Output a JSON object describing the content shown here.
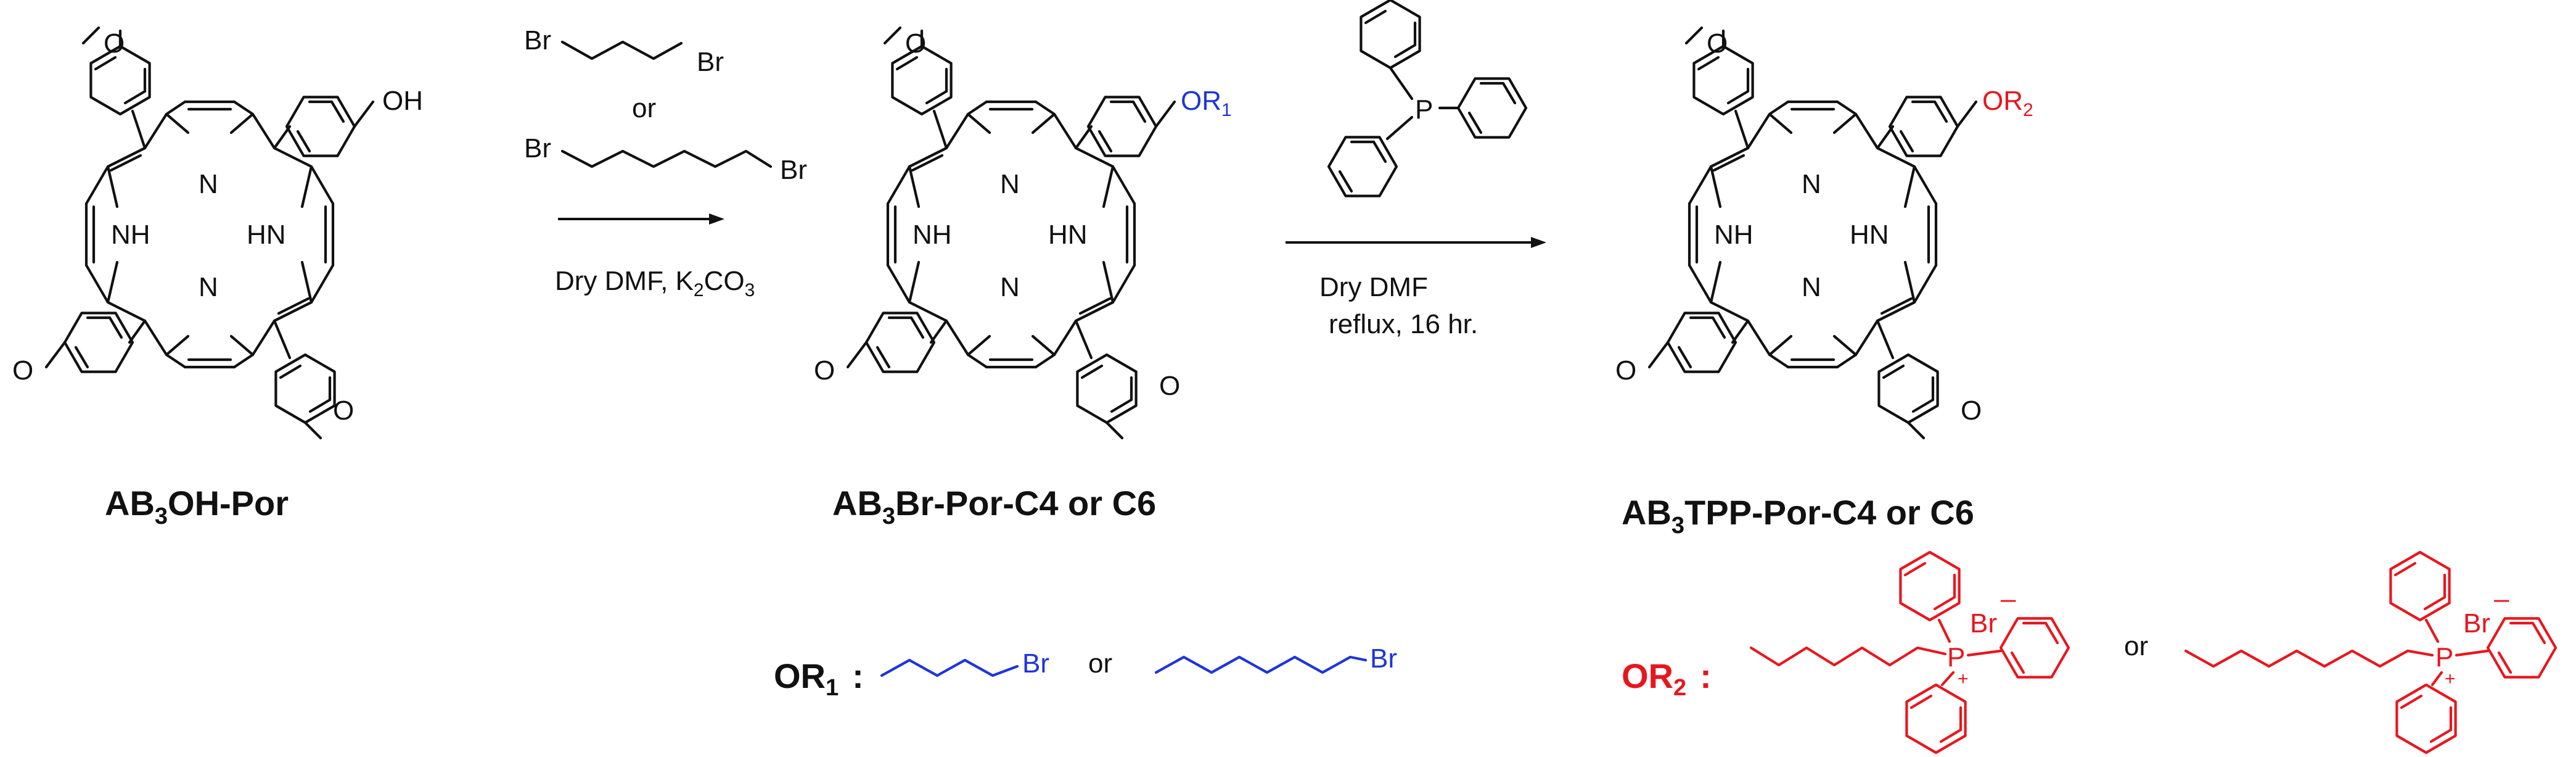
{
  "compounds": {
    "start": {
      "label_main": "AB",
      "label_sub": "3",
      "label_rest": "OH-Por"
    },
    "intermediate": {
      "label_main": "AB",
      "label_sub": "3",
      "label_rest": "Br-Por-C4 or C6"
    },
    "product": {
      "label_main": "AB",
      "label_sub": "3",
      "label_rest": "TPP-Por-C4 or C6"
    }
  },
  "atoms": {
    "O": "O",
    "OH": "OH",
    "N": "N",
    "NH": "NH",
    "HN": "HN",
    "Br": "Br",
    "P": "P",
    "plus": "+",
    "minus": "–",
    "OR": "OR",
    "sub1": "1",
    "sub2": "2"
  },
  "reaction1": {
    "reagent_or": "or",
    "cond_a": "Dry DMF, K",
    "cond_sub1": "2",
    "cond_b": "CO",
    "cond_sub2": "3"
  },
  "reaction2": {
    "cond_line1": "Dry DMF",
    "cond_line2": "reflux, 16 hr."
  },
  "legend": {
    "or1_label": "OR",
    "or1_sub": "1",
    "or2_label": "OR",
    "or2_sub": "2",
    "colon": ":",
    "or_word": "or"
  },
  "colors": {
    "black": "#111111",
    "blue": "#1f35d8",
    "red": "#e8161e"
  }
}
